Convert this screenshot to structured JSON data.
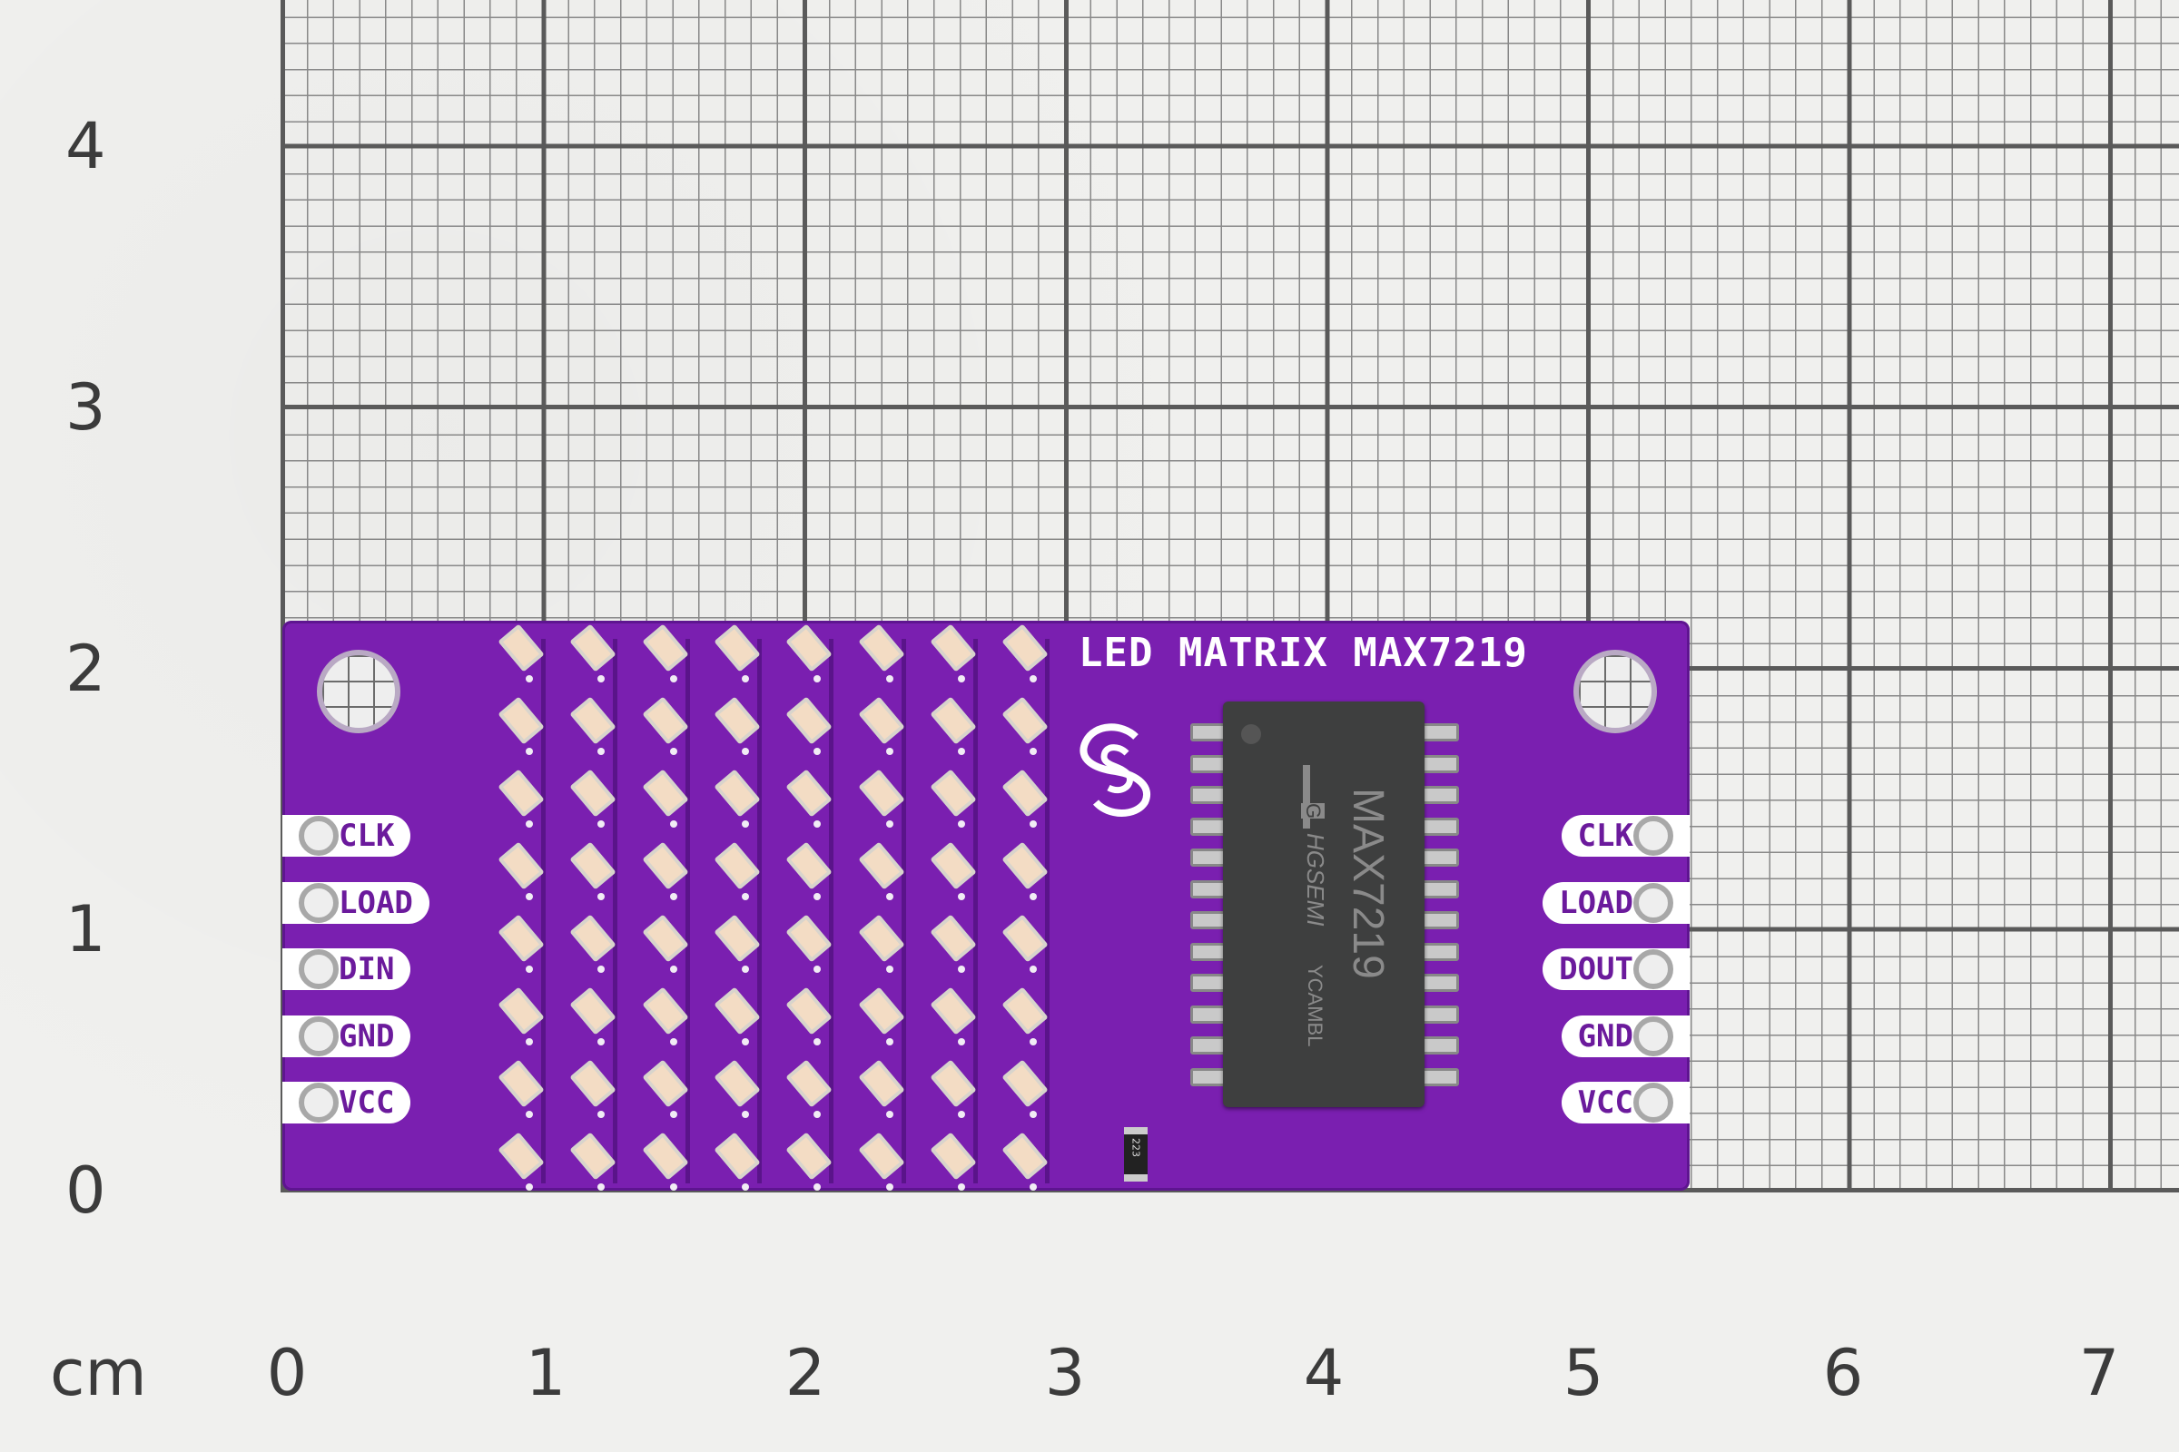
{
  "ruler": {
    "unit": "cm",
    "x_labels": [
      "0",
      "1",
      "2",
      "3",
      "4",
      "5",
      "6",
      "7"
    ],
    "y_labels": [
      "0",
      "1",
      "2",
      "3",
      "4"
    ]
  },
  "board": {
    "title": "LED MATRIX MAX7219",
    "color": "#7a1fb0",
    "led_matrix": {
      "rows": 8,
      "cols": 8
    },
    "left_pins": [
      "CLK",
      "LOAD",
      "DIN",
      "GND",
      "VCC"
    ],
    "right_pins": [
      "CLK",
      "LOAD",
      "DOUT",
      "GND",
      "VCC"
    ],
    "chip": {
      "part": "MAX7219",
      "maker": "HGSEMI",
      "lot": "YCAMBL",
      "logo": "G"
    },
    "resistor": "223"
  }
}
